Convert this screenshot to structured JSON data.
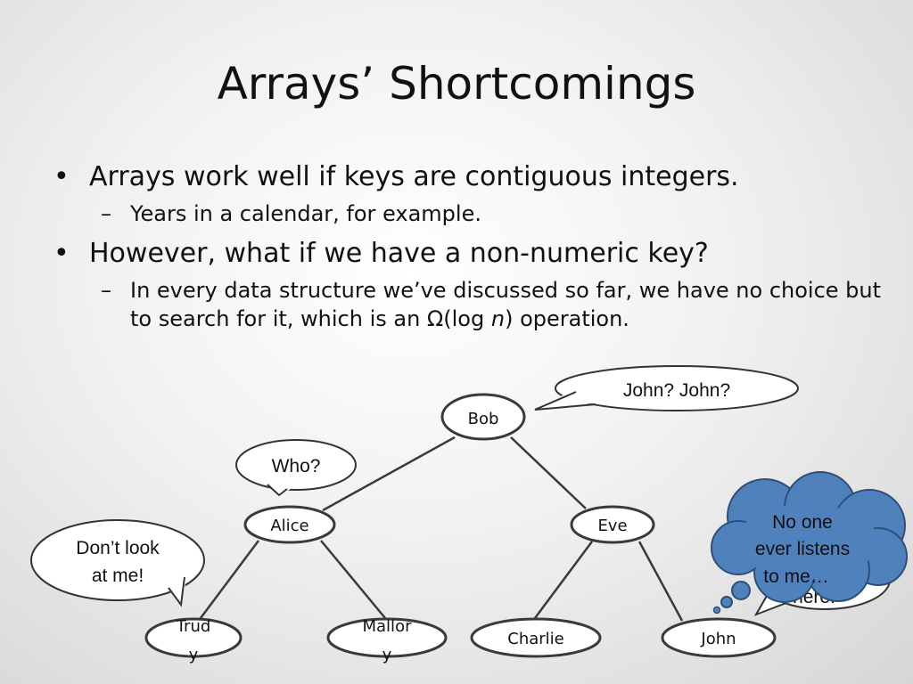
{
  "slide": {
    "title": "Arrays’ Shortcomings",
    "bullets": [
      {
        "text": "Arrays work well if keys are contiguous integers.",
        "sub": "Years in a calendar, for example."
      },
      {
        "text": "However, what if we have a non-numeric key?",
        "sub_before": "In every data structure we’ve discussed so far, we have no choice but to search for it, which is an Ω(log ",
        "sub_italic": "n",
        "sub_after": ") operation."
      }
    ]
  },
  "tree": {
    "nodes": {
      "bob": "Bob",
      "alice": "Alice",
      "eve": "Eve",
      "trudy_1": "Trud",
      "trudy_2": "y",
      "mallory_1": "Mallor",
      "mallory_2": "y",
      "charlie": "Charlie",
      "john": "John"
    },
    "bubbles": {
      "bob_speech": "John? John?",
      "alice_speech": "Who?",
      "trudy_line1": "Don’t look",
      "trudy_line2": "at me!",
      "john_hidden": "here!",
      "eve_thought_line1": "No one",
      "eve_thought_line2": "ever listens",
      "eve_thought_line3": "to me…"
    }
  }
}
